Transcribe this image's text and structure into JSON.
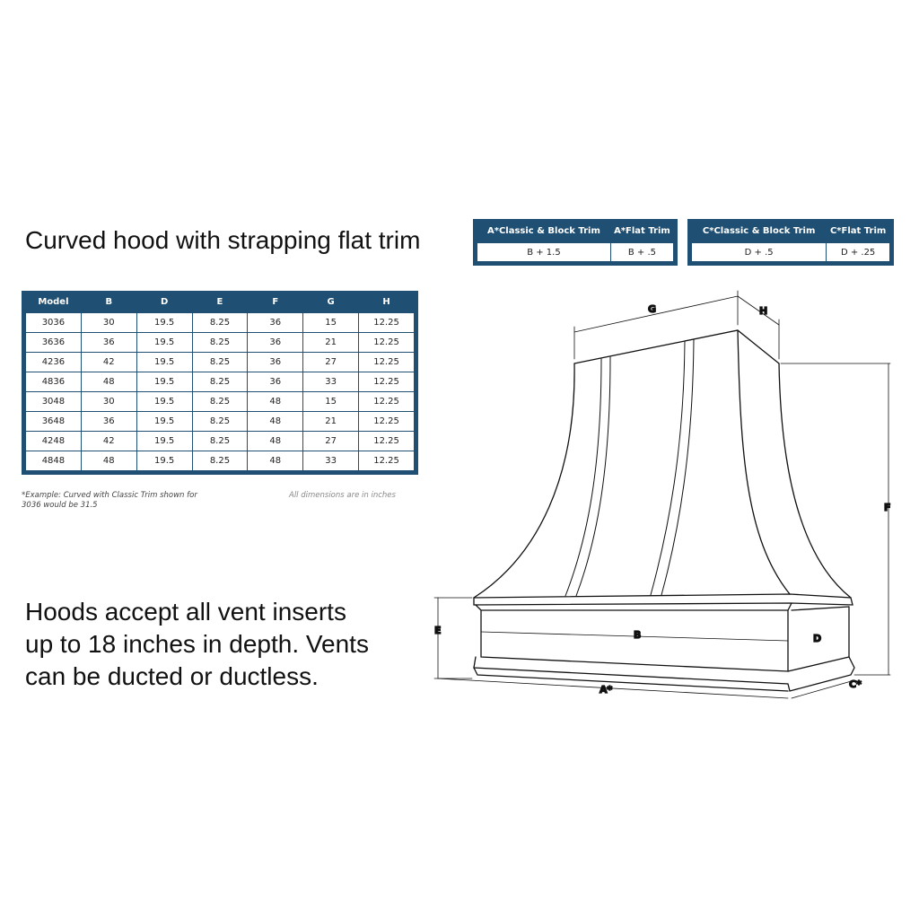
{
  "headline": "Curved hood with strapping flat trim",
  "body_lines": [
    "Hoods accept all vent inserts",
    "up to 18 inches in depth. Vents",
    "can be ducted or ductless."
  ],
  "trim_a": {
    "headers": [
      "A*Classic & Block Trim",
      "A*Flat Trim"
    ],
    "values": [
      "B + 1.5",
      "B + .5"
    ]
  },
  "trim_c": {
    "headers": [
      "C*Classic & Block Trim",
      "C*Flat Trim"
    ],
    "values": [
      "D + .5",
      "D + .25"
    ]
  },
  "models_table": {
    "headers": [
      "Model",
      "B",
      "D",
      "E",
      "F",
      "G",
      "H"
    ],
    "rows": [
      [
        "3036",
        "30",
        "19.5",
        "8.25",
        "36",
        "15",
        "12.25"
      ],
      [
        "3636",
        "36",
        "19.5",
        "8.25",
        "36",
        "21",
        "12.25"
      ],
      [
        "4236",
        "42",
        "19.5",
        "8.25",
        "36",
        "27",
        "12.25"
      ],
      [
        "4836",
        "48",
        "19.5",
        "8.25",
        "36",
        "33",
        "12.25"
      ],
      [
        "3048",
        "30",
        "19.5",
        "8.25",
        "48",
        "15",
        "12.25"
      ],
      [
        "3648",
        "36",
        "19.5",
        "8.25",
        "48",
        "21",
        "12.25"
      ],
      [
        "4248",
        "42",
        "19.5",
        "8.25",
        "48",
        "27",
        "12.25"
      ],
      [
        "4848",
        "48",
        "19.5",
        "8.25",
        "48",
        "33",
        "12.25"
      ]
    ]
  },
  "example_note": "*Example: Curved with Classic Trim shown for 3036 would be 31.5",
  "units_note": "All dimensions are in inches",
  "diagram_labels": {
    "G": "G",
    "H": "H",
    "F": "F",
    "E": "E",
    "B": "B",
    "D": "D",
    "A": "A*",
    "C": "C*"
  },
  "colors": {
    "frame": "#1f4f72",
    "line": "#111111"
  }
}
